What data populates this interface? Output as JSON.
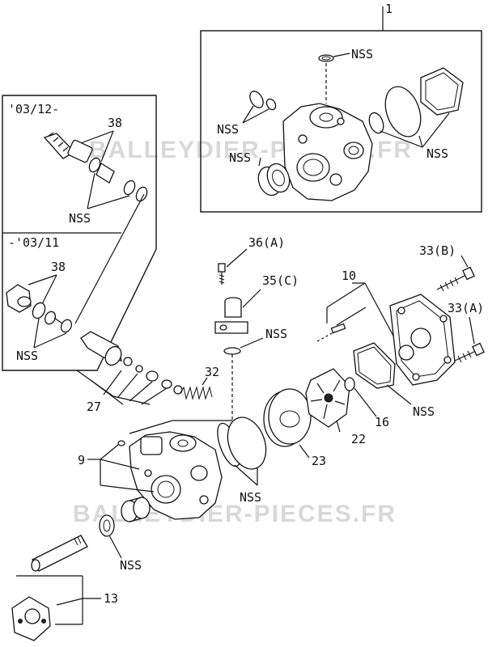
{
  "watermarks": [
    "BALLEYDIER-PIECES.FR",
    "BALLEYDIER-PIECES.FR"
  ],
  "inset_new": {
    "date_label": "'03/12-",
    "part_ref": "38",
    "note": "NSS"
  },
  "inset_old": {
    "date_label": "-'03/11",
    "part_ref": "38",
    "note": "NSS"
  },
  "kit_box": {
    "part_ref": "1",
    "notes": [
      "NSS",
      "NSS",
      "NSS",
      "NSS"
    ]
  },
  "callouts": {
    "p27": "27",
    "p32": "32",
    "p36a": "36(A)",
    "p35c": "35(C)",
    "p35c_nss": "NSS",
    "p9": "9",
    "p13": "13",
    "p13_nss": "NSS",
    "p10": "10",
    "p33b": "33(B)",
    "p33a": "33(A)",
    "p16": "16",
    "p16_nss": "NSS",
    "p22": "22",
    "p23": "23",
    "p23_nss": "NSS"
  }
}
